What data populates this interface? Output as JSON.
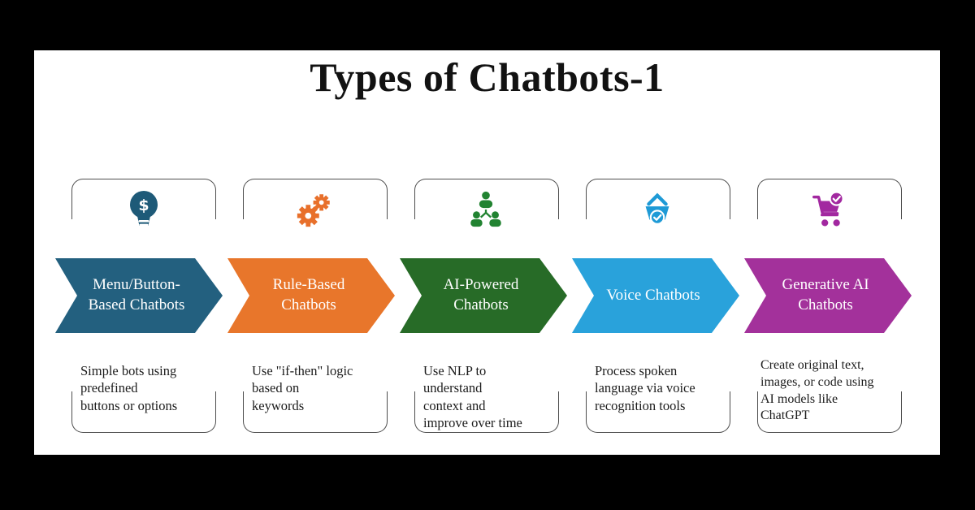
{
  "title": "Types of Chatbots-1",
  "frame_color": "#000000",
  "panel_color": "#ffffff",
  "card_border_color": "#4d4d4d",
  "arrow_text_color": "#ffffff",
  "items": [
    {
      "label": "Menu/Button-\nBased Chatbots",
      "description": "Simple bots using\npredefined\nbuttons or options",
      "arrow_color": "#23607F",
      "icon": "dollar-bulb-icon",
      "icon_color": "#1E5A78"
    },
    {
      "label": "Rule-Based\nChatbots",
      "description": "Use \"if-then\" logic\nbased on\nkeywords",
      "arrow_color": "#E8762B",
      "icon": "gears-icon",
      "icon_color": "#E8702B"
    },
    {
      "label": "AI-Powered\nChatbots",
      "description": "Use NLP to\nunderstand\ncontext and\nimprove over time",
      "arrow_color": "#276B27",
      "icon": "team-hierarchy-icon",
      "icon_color": "#218331"
    },
    {
      "label": "Voice Chatbots",
      "description": "Process spoken\nlanguage via voice\nrecognition tools",
      "arrow_color": "#29A2DB",
      "icon": "basket-check-icon",
      "icon_color": "#1E9AD6"
    },
    {
      "label": "Generative AI\nChatbots",
      "description": "Create original text,\nimages, or code using\nAI models like\nChatGPT",
      "arrow_color": "#A3319B",
      "icon": "cart-check-icon",
      "icon_color": "#A228A0"
    }
  ]
}
